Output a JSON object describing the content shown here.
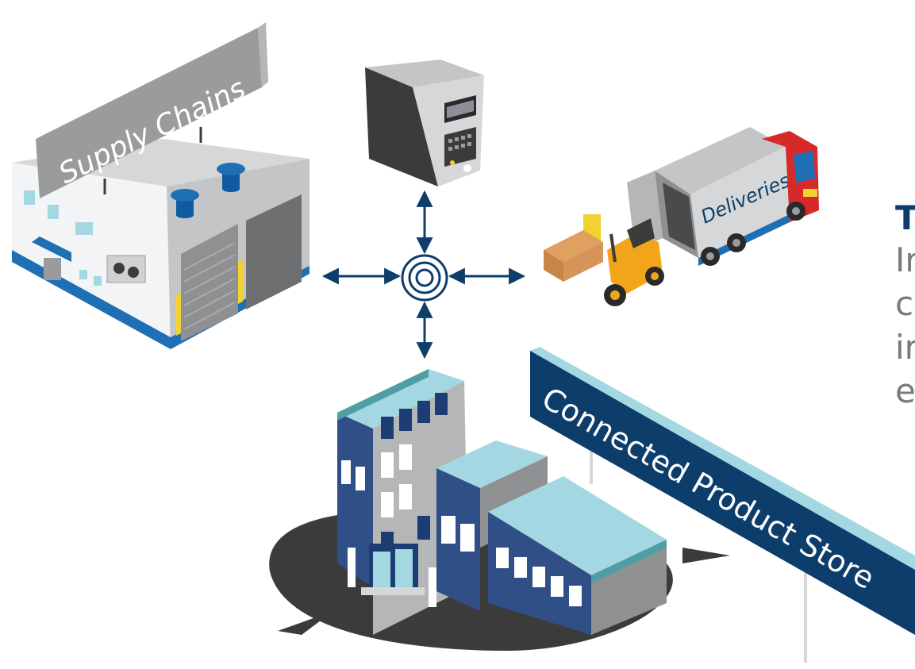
{
  "labels": {
    "supply_chains": "Supply Chains",
    "deliveries": "Deliveries",
    "store": "Connected Product Store"
  },
  "side_text": {
    "title": "T",
    "lines": [
      "Ir",
      "c",
      "ir",
      "e"
    ]
  },
  "colors": {
    "navy": "#0d3d6b",
    "blue": "#1f6fb5",
    "teal": "#4e9fa3",
    "light_teal": "#a3d8e3",
    "grey": "#9a9b9d",
    "light_grey": "#d6d7d9",
    "dark": "#3b3b3b",
    "red": "#d62a2a",
    "orange": "#f2a51a"
  }
}
